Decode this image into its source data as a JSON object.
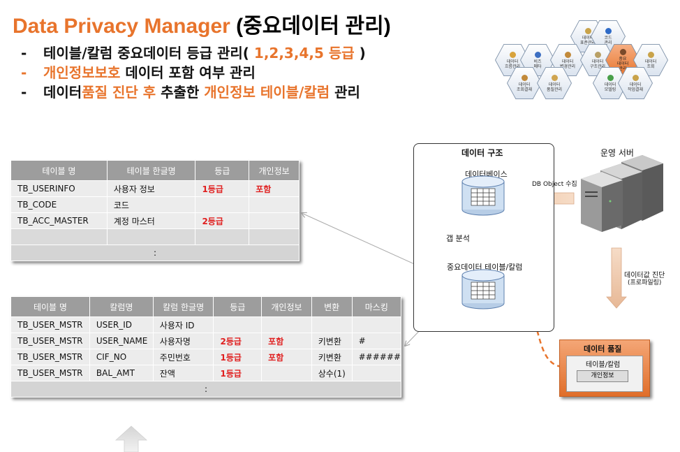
{
  "title": {
    "main": "Data Privacy Manager",
    "sub": "(중요데이터 관리)"
  },
  "bullets": [
    {
      "dash": "-",
      "parts": [
        {
          "text": "테이블/칼럼 중요데이터 등급 관리( ",
          "accent": false
        },
        {
          "text": "1,2,3,4,5 등급",
          "accent": true
        },
        {
          "text": " )",
          "accent": false
        }
      ]
    },
    {
      "dash": "-",
      "parts": [
        {
          "text": "개인정보보호",
          "accent": true
        },
        {
          "text": " 데이터 포함 여부 관리",
          "accent": false
        }
      ]
    },
    {
      "dash": "-",
      "parts": [
        {
          "text": "데이터",
          "accent": false
        },
        {
          "text": "품질 진단 후",
          "accent": true
        },
        {
          "text": " 추출한 ",
          "accent": false
        },
        {
          "text": "개인정보 테이블/칼럼",
          "accent": true
        },
        {
          "text": " 관리",
          "accent": false
        }
      ]
    }
  ],
  "hexes": {
    "std": "데이터\n표준관리",
    "code": "코드\n관리",
    "flow": "데이터\n흐름관리",
    "meta": "비즈\n메타",
    "change": "데이터\n변경관리",
    "structure": "데이터\n구조관리",
    "important": "중요\n데이터\n관리",
    "query": "데이터\n조회",
    "audit": "데이터\n조회결재",
    "quality": "데이터\n품질관리",
    "model": "데이터\n모델링",
    "work": "데이터\n작업결재"
  },
  "table1": {
    "headers": [
      "테이블 명",
      "테이블 한글명",
      "등급",
      "개인정보"
    ],
    "rows": [
      [
        "TB_USERINFO",
        "사용자 정보",
        "1등급",
        "포함"
      ],
      [
        "TB_CODE",
        "코드",
        "",
        ""
      ],
      [
        "TB_ACC_MASTER",
        "계정 마스터",
        "2등급",
        ""
      ]
    ],
    "more": ":"
  },
  "table2": {
    "headers": [
      "테이블 명",
      "칼럼명",
      "칼럼 한글명",
      "등급",
      "개인정보",
      "변환",
      "마스킹"
    ],
    "rows": [
      [
        "TB_USER_MSTR",
        "USER_ID",
        "사용자 ID",
        "",
        "",
        "",
        ""
      ],
      [
        "TB_USER_MSTR",
        "USER_NAME",
        "사용자명",
        "2등급",
        "포함",
        "키변환",
        "#"
      ],
      [
        "TB_USER_MSTR",
        "CIF_NO",
        "주민번호",
        "1등급",
        "포함",
        "키변환",
        "######"
      ],
      [
        "TB_USER_MSTR",
        "BAL_AMT",
        "잔액",
        "1등급",
        "",
        "상수(1)",
        ""
      ]
    ],
    "more": ":"
  },
  "structure": {
    "title": "데이터 구조",
    "database": "데이터베이스",
    "gap": "갭 분석",
    "important_table": "중요데이터 테이블/칼럼"
  },
  "server": {
    "label": "운영 서버",
    "collect": "DB Object 수집"
  },
  "diagnosis": {
    "label": "데이터값 진단",
    "sub": "(프로파일링)"
  },
  "quality_box": {
    "title": "데이터 품질",
    "inner": "테이블/칼럼",
    "tag": "개인정보"
  },
  "colors": {
    "accent": "#e8742c",
    "red": "#e02020",
    "header_gray": "#9d9d9d"
  }
}
